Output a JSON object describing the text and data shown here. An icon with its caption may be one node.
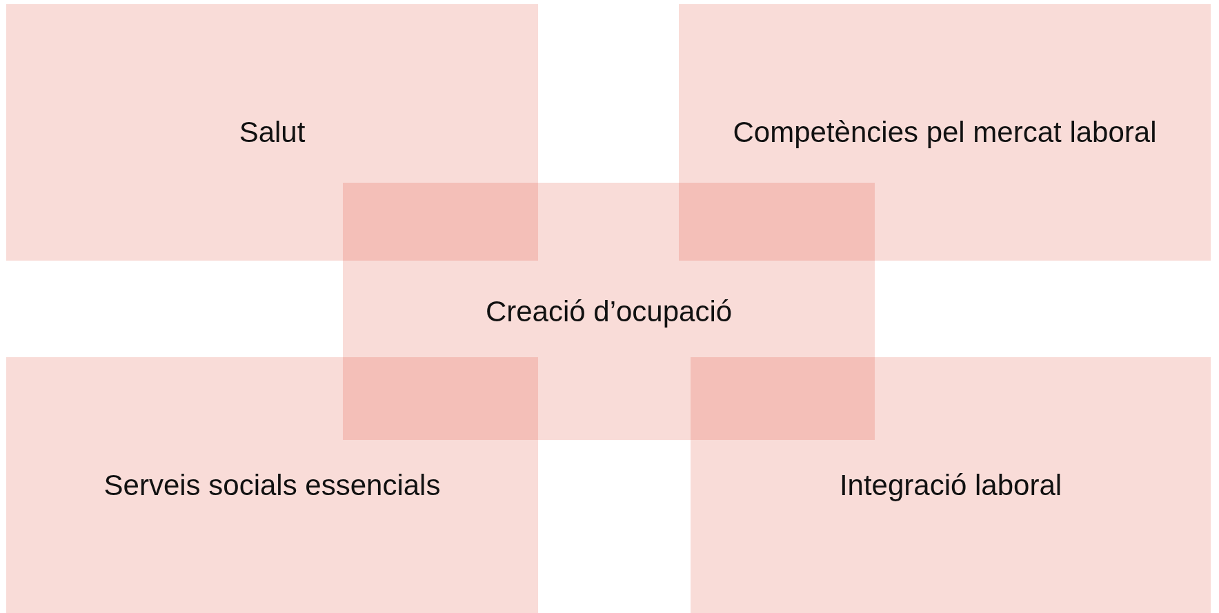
{
  "diagram": {
    "nodes": [
      {
        "text": [
          "Salut"
        ]
      },
      {
        "text": [
          "Competències pel mercat laboral"
        ]
      },
      {
        "text": [
          "Creació d’ocupació"
        ]
      },
      {
        "text": [
          "Serveis socials essencials"
        ]
      },
      {
        "text": [
          "Integració laboral"
        ]
      }
    ]
  }
}
